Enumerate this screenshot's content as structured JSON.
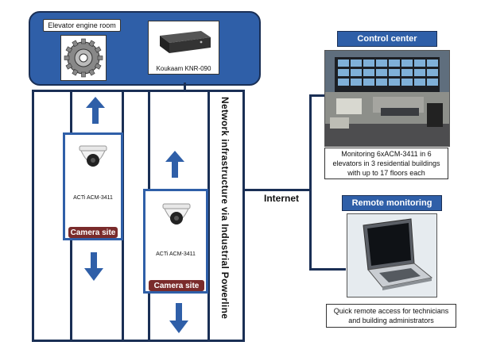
{
  "engine_room": {
    "label": "Elevator engine room",
    "device_name": "Koukaam KNR-090"
  },
  "network_label": "Network infrastructure via Industrial Powerline",
  "internet_label": "Internet",
  "camera_sites": [
    {
      "model": "ACTi ACM-3411",
      "badge": "Camera site"
    },
    {
      "model": "ACTi ACM-3411",
      "badge": "Camera site"
    }
  ],
  "control_center": {
    "title": "Control center",
    "description": "Monitoring 6xACM-3411 in 6 elevators in 3 residential buildings with up to 17 floors each"
  },
  "remote_monitoring": {
    "title": "Remote monitoring",
    "description": "Quick remote access for technicians and building administrators"
  },
  "colors": {
    "primary_blue": "#2f5fa8",
    "dark_blue": "#1a2f55",
    "badge_red": "#7a2b2b"
  }
}
